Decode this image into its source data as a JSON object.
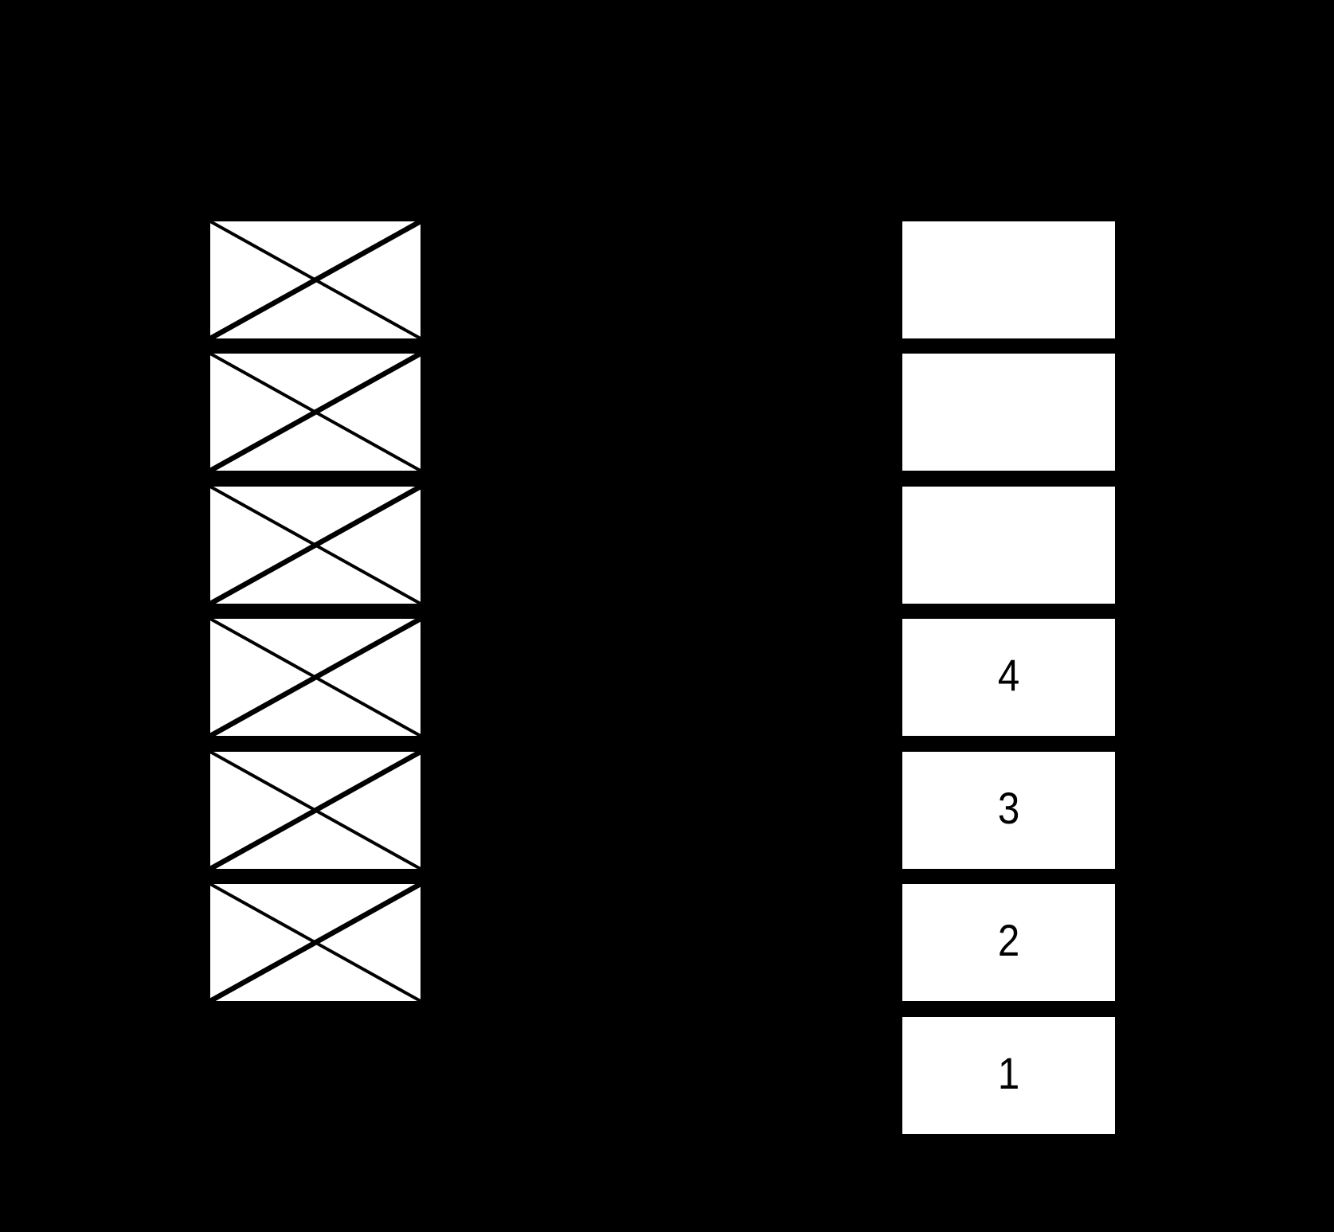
{
  "colors": {
    "background": "#000000",
    "block_fill": "#ffffff",
    "line": "#000000"
  },
  "left_column": {
    "crossed_block_count": 6
  },
  "right_column": {
    "boxes": [
      {
        "label": ""
      },
      {
        "label": ""
      },
      {
        "label": ""
      },
      {
        "label": "4"
      },
      {
        "label": "3"
      },
      {
        "label": "2"
      },
      {
        "label": "1"
      }
    ]
  }
}
